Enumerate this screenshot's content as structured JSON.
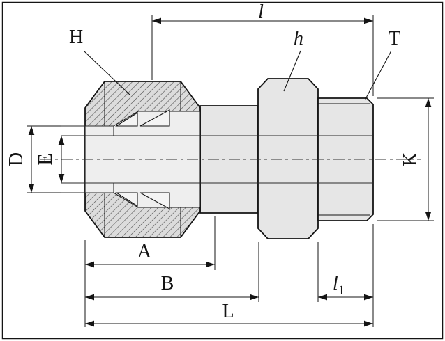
{
  "title": "Tube fitting male connector dimensional drawing",
  "colors": {
    "background": "#ffffff",
    "line": "#141414",
    "body_fill": "#e6e6e6",
    "hatch_fill": "#dcdcdc",
    "cavity_fill": "#eeeeee"
  },
  "labels": {
    "l": "l",
    "H": "H",
    "h": "h",
    "T": "T",
    "D": "D",
    "E": "E",
    "K": "K",
    "A": "A",
    "B": "B",
    "L": "L",
    "l1_main": "l",
    "l1_sub": "1"
  }
}
